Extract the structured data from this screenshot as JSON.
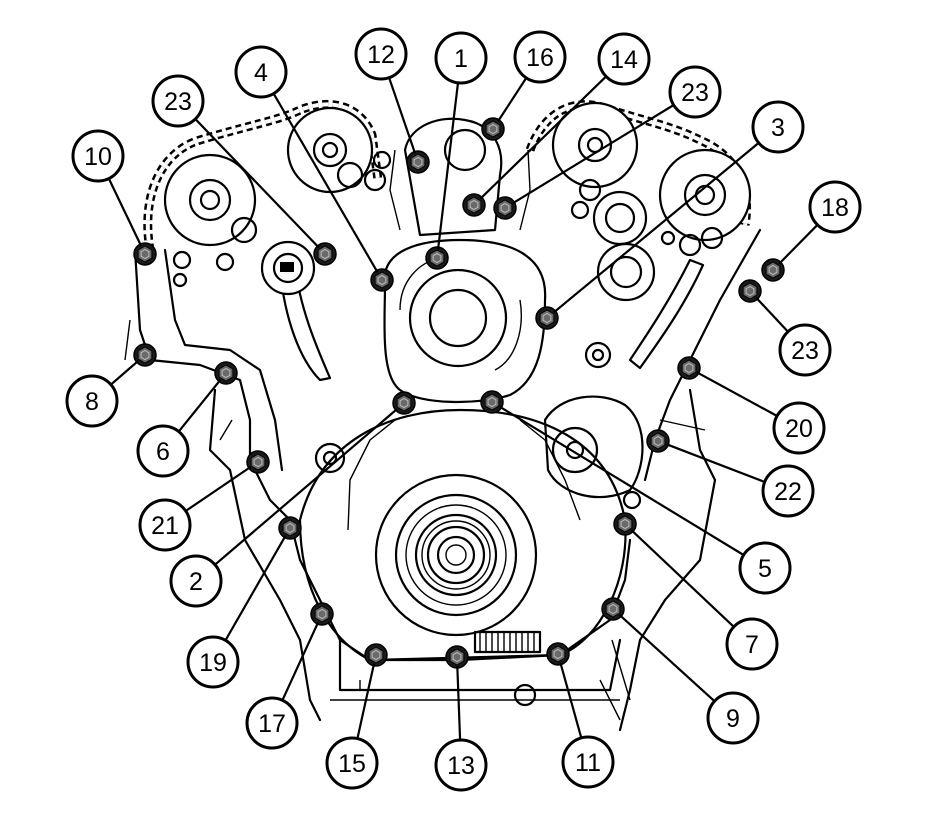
{
  "callouts": [
    {
      "id": "callout-1",
      "label": "1"
    },
    {
      "id": "callout-2",
      "label": "2"
    },
    {
      "id": "callout-3",
      "label": "3"
    },
    {
      "id": "callout-4",
      "label": "4"
    },
    {
      "id": "callout-5",
      "label": "5"
    },
    {
      "id": "callout-6",
      "label": "6"
    },
    {
      "id": "callout-7",
      "label": "7"
    },
    {
      "id": "callout-8",
      "label": "8"
    },
    {
      "id": "callout-9",
      "label": "9"
    },
    {
      "id": "callout-10",
      "label": "10"
    },
    {
      "id": "callout-11",
      "label": "11"
    },
    {
      "id": "callout-12",
      "label": "12"
    },
    {
      "id": "callout-13",
      "label": "13"
    },
    {
      "id": "callout-14",
      "label": "14"
    },
    {
      "id": "callout-15",
      "label": "15"
    },
    {
      "id": "callout-16",
      "label": "16"
    },
    {
      "id": "callout-17",
      "label": "17"
    },
    {
      "id": "callout-18",
      "label": "18"
    },
    {
      "id": "callout-19",
      "label": "19"
    },
    {
      "id": "callout-20",
      "label": "20"
    },
    {
      "id": "callout-21",
      "label": "21"
    },
    {
      "id": "callout-22",
      "label": "22"
    },
    {
      "id": "callout-23a",
      "label": "23"
    },
    {
      "id": "callout-23b",
      "label": "23"
    },
    {
      "id": "callout-23c",
      "label": "23"
    }
  ]
}
